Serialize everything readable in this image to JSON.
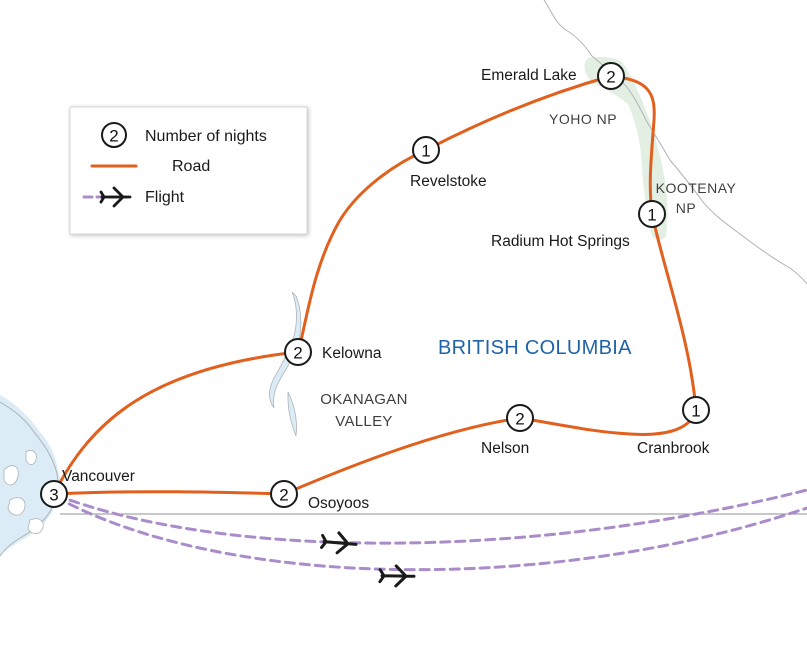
{
  "colors": {
    "road": "#e2601e",
    "flight": "#a98cc9",
    "border": "#aeb3b6",
    "park": "#e3efe3",
    "water": "#dbecf6",
    "province_label": "#1f63a8"
  },
  "legend": {
    "nights_sample": "2",
    "nights_label": "Number of nights",
    "road_label": "Road",
    "flight_label": "Flight"
  },
  "labels": {
    "province": "BRITISH COLUMBIA",
    "okanagan_line1": "OKANAGAN",
    "okanagan_line2": "VALLEY",
    "yoho": "YOHO NP",
    "kootenay_line1": "KOOTENAY",
    "kootenay_line2": "NP"
  },
  "stops": [
    {
      "name": "Vancouver",
      "nights": "3"
    },
    {
      "name": "Kelowna",
      "nights": "2"
    },
    {
      "name": "Revelstoke",
      "nights": "1"
    },
    {
      "name": "Emerald Lake",
      "nights": "2"
    },
    {
      "name": "Radium Hot Springs",
      "nights": "1"
    },
    {
      "name": "Cranbrook",
      "nights": "1"
    },
    {
      "name": "Nelson",
      "nights": "2"
    },
    {
      "name": "Osoyoos",
      "nights": "2"
    }
  ],
  "icons": {
    "flight_icon": "airplane-icon"
  }
}
